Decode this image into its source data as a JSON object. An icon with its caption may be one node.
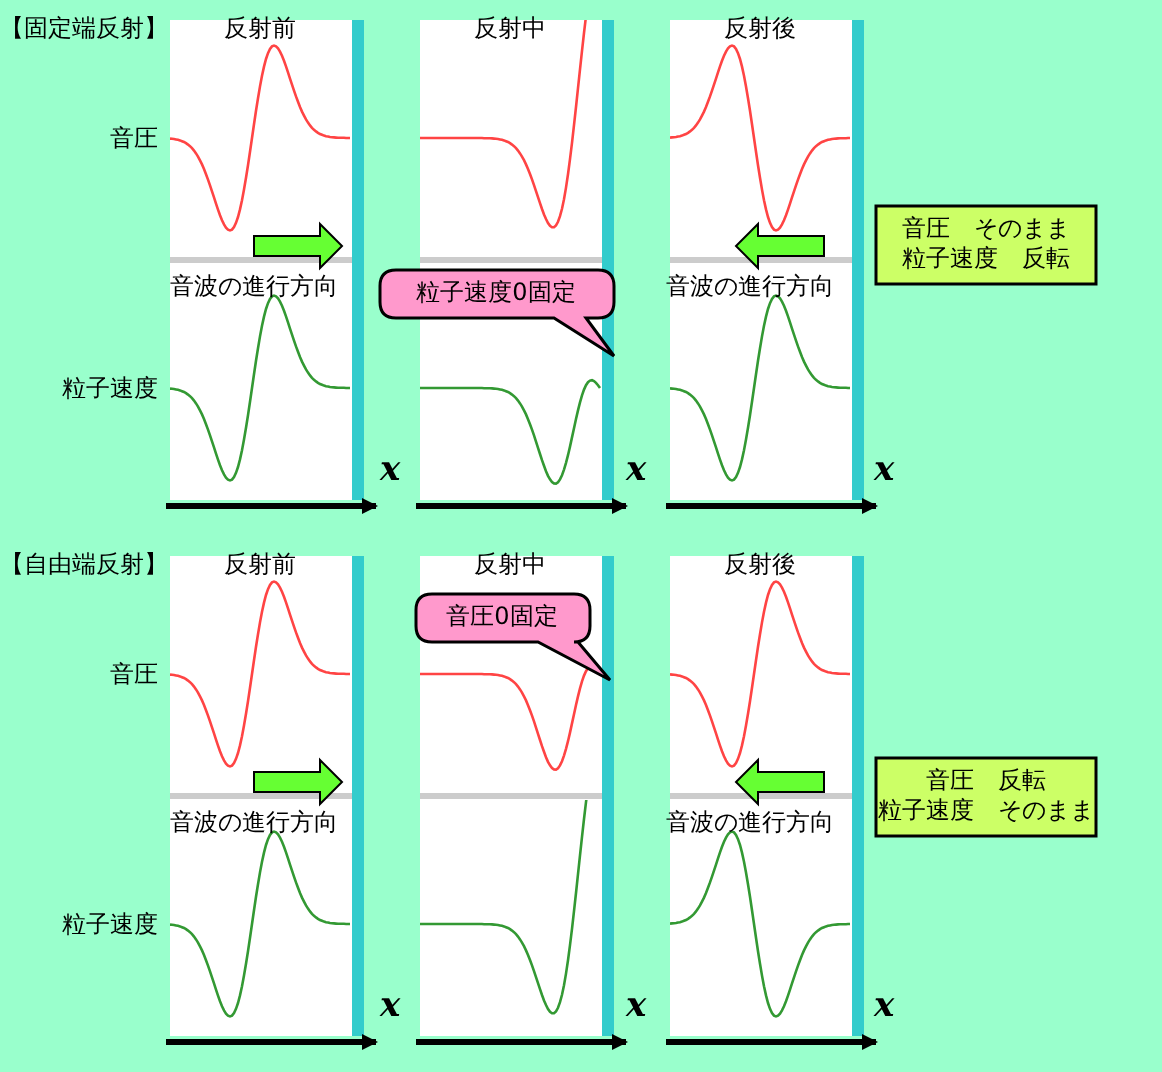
{
  "diagram": {
    "nodes": [
      {
        "text": [
          "粒子速度0固定"
        ]
      },
      {
        "text": [
          "音圧　そのまま",
          "粒子速度　反転"
        ]
      },
      {
        "text": [
          "音圧0固定"
        ]
      },
      {
        "text": [
          "音圧　反転",
          "粒子速度　そのまま"
        ]
      }
    ],
    "labels": [
      "【固定端反射】",
      "反射前",
      "反射中",
      "反射後",
      "音圧",
      "音波の進行方向",
      "音波の進行方向",
      "粒子速度",
      "x",
      "x",
      "x",
      "【自由端反射】",
      "反射前",
      "反射中",
      "反射後",
      "音圧",
      "音波の進行方向",
      "音波の進行方向",
      "粒子速度",
      "x",
      "x",
      "x"
    ]
  }
}
